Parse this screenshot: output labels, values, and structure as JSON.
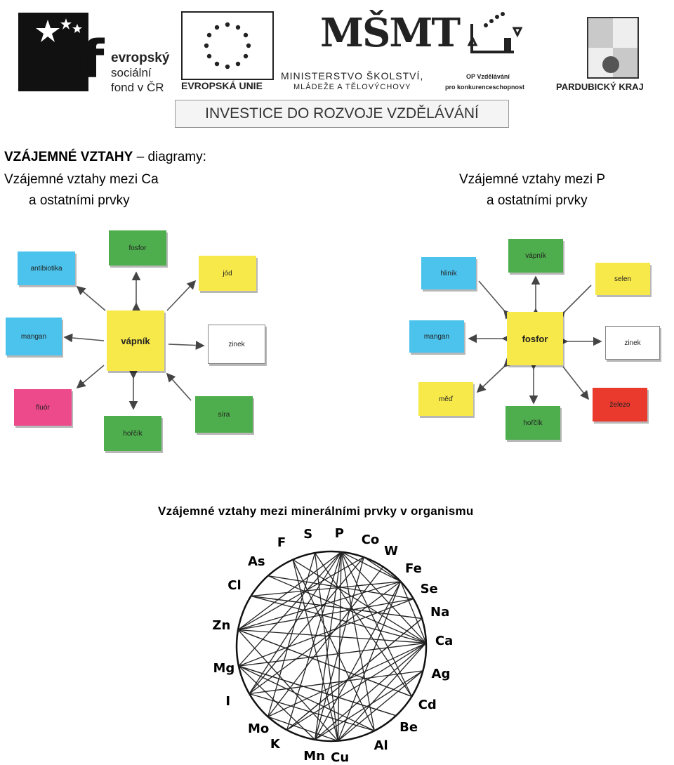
{
  "header": {
    "esf": {
      "mark": "esf",
      "text_line1": "evropský",
      "text_line2": "sociální",
      "text_line3": "fond v ČR"
    },
    "eu_label": "EVROPSKÁ UNIE",
    "msmt": {
      "mark": "MŠMT",
      "line1": "MINISTERSTVO ŠKOLSTVÍ,",
      "line2": "MLÁDEŽE A TĚLOVÝCHOVY"
    },
    "op": {
      "line1": "OP Vzdělávání",
      "line2": "pro konkurenceschopnost"
    },
    "region": "PARDUBICKÝ KRAJ",
    "banner": "INVESTICE DO ROZVOJE VZDĚLÁVÁNÍ"
  },
  "heading": {
    "bold": "VZÁJEMNÉ VZTAHY",
    "rest": " – diagramy:"
  },
  "left_caption": {
    "line1": "Vzájemné vztahy mezi Ca",
    "line2": "a ostatními prvky"
  },
  "right_caption": {
    "line1": "Vzájemné vztahy mezi P",
    "line2": "a ostatními prvky"
  },
  "diagram_ca": {
    "center": "vápník",
    "boxes": {
      "fosfor": "fosfor",
      "antibiotika": "antibiotika",
      "jod": "jód",
      "mangan": "mangan",
      "zinek": "zinek",
      "fluor": "fluór",
      "horcik": "hořčík",
      "sira": "síra"
    }
  },
  "diagram_p": {
    "center": "fosfor",
    "boxes": {
      "vapnik": "vápník",
      "hlinik": "hliník",
      "selen": "selen",
      "mangan": "mangan",
      "zinek": "zinek",
      "med": "měď",
      "horcik": "hořčík",
      "zelezo": "železo"
    }
  },
  "mineral": {
    "title": "Vzájemné vztahy mezi minerálními prvky v organismu",
    "elements": [
      "S",
      "P",
      "Co",
      "W",
      "Fe",
      "Se",
      "Na",
      "Ca",
      "Ag",
      "Cd",
      "Be",
      "Al",
      "Cu",
      "Mn",
      "K",
      "Mo",
      "I",
      "Mg",
      "Zn",
      "Cl",
      "As",
      "F"
    ]
  },
  "colors": {
    "blue": "#4cc3ec",
    "green": "#4ead4c",
    "yellow": "#f8e94a",
    "pink": "#ec4a8a",
    "red": "#ea3a2e"
  }
}
